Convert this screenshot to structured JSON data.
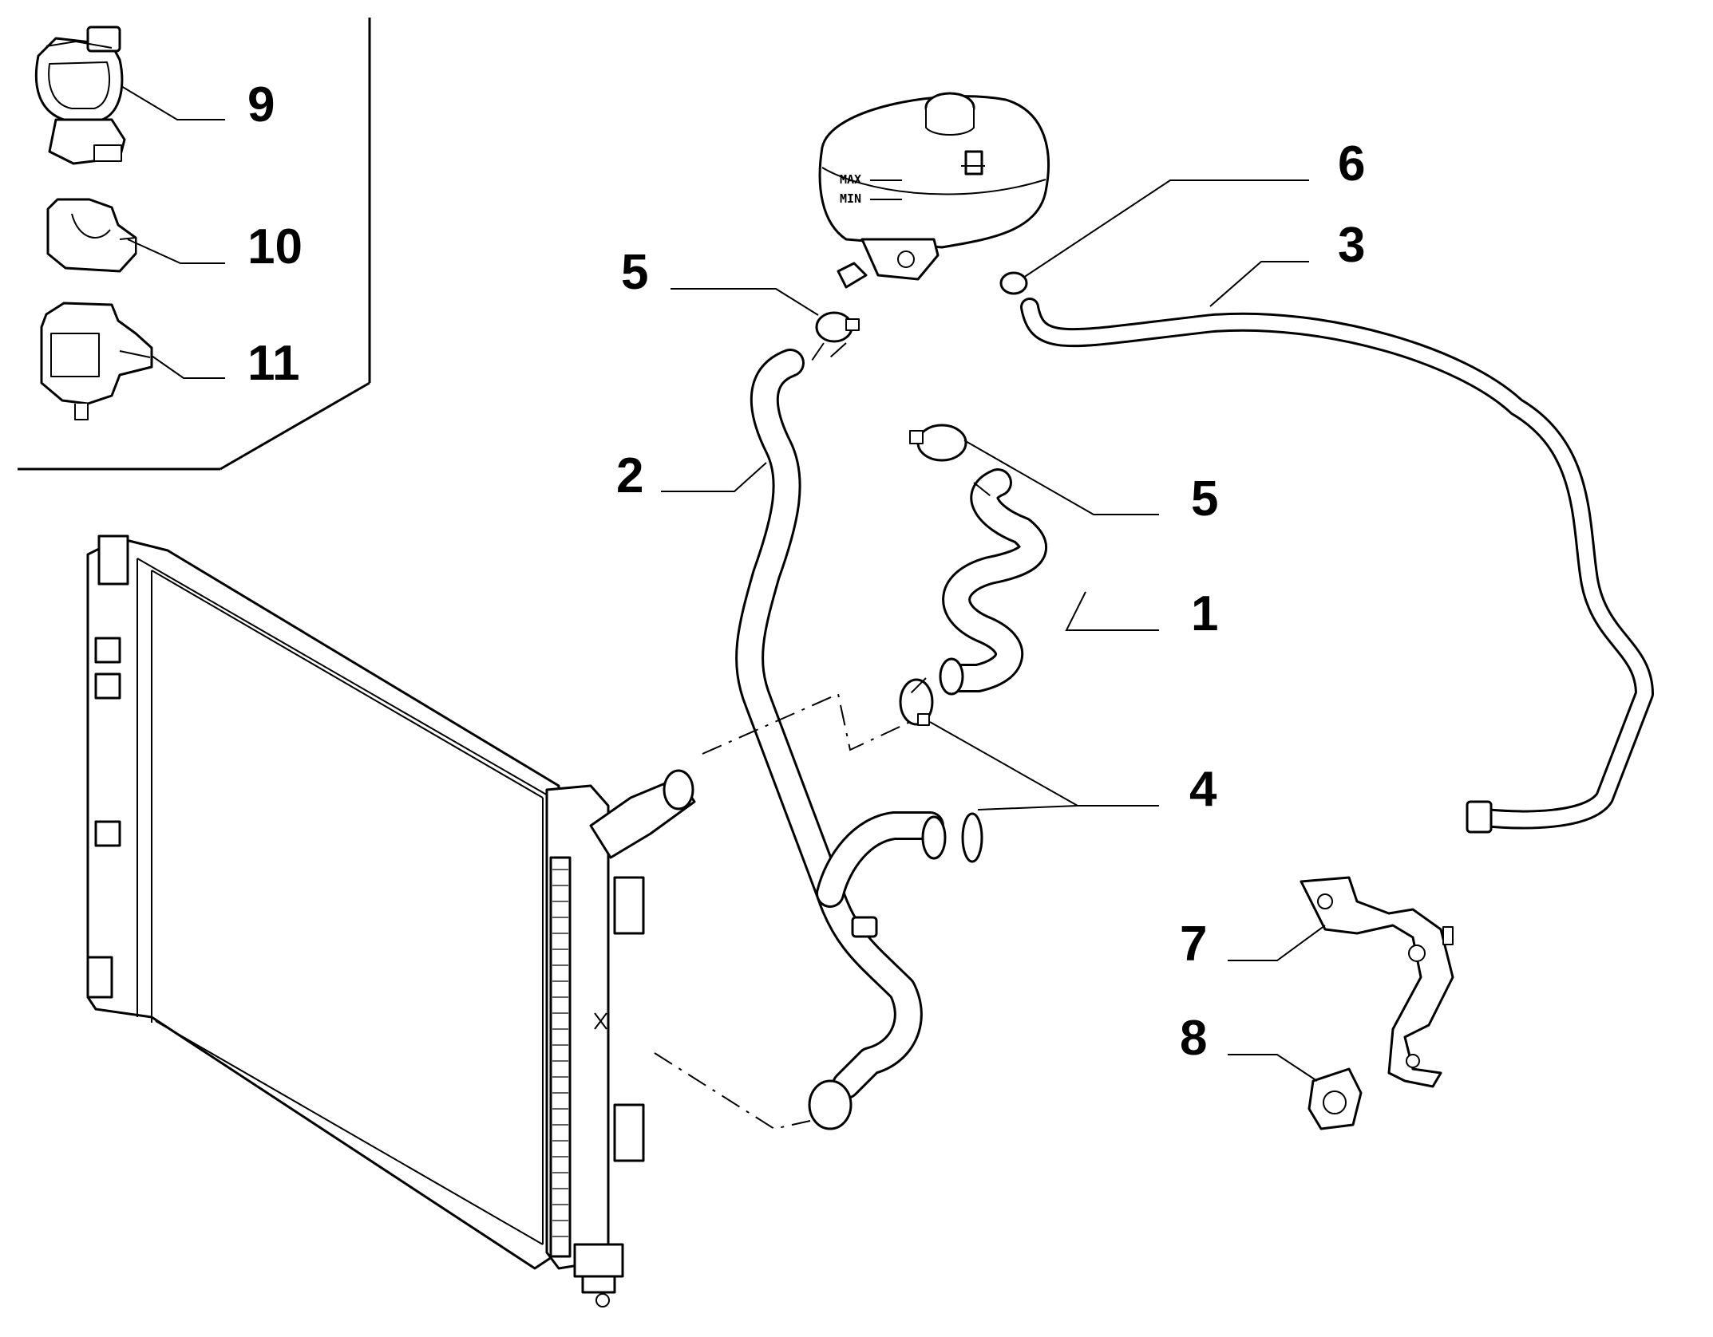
{
  "diagram": {
    "tank_markings": {
      "max": "MAX",
      "min": "MIN"
    },
    "callouts": [
      {
        "id": "1",
        "label": "1"
      },
      {
        "id": "2",
        "label": "2"
      },
      {
        "id": "3",
        "label": "3"
      },
      {
        "id": "4",
        "label": "4"
      },
      {
        "id": "5a",
        "label": "5"
      },
      {
        "id": "5b",
        "label": "5"
      },
      {
        "id": "6",
        "label": "6"
      },
      {
        "id": "7",
        "label": "7"
      },
      {
        "id": "8",
        "label": "8"
      },
      {
        "id": "9",
        "label": "9"
      },
      {
        "id": "10",
        "label": "10"
      },
      {
        "id": "11",
        "label": "11"
      }
    ]
  }
}
